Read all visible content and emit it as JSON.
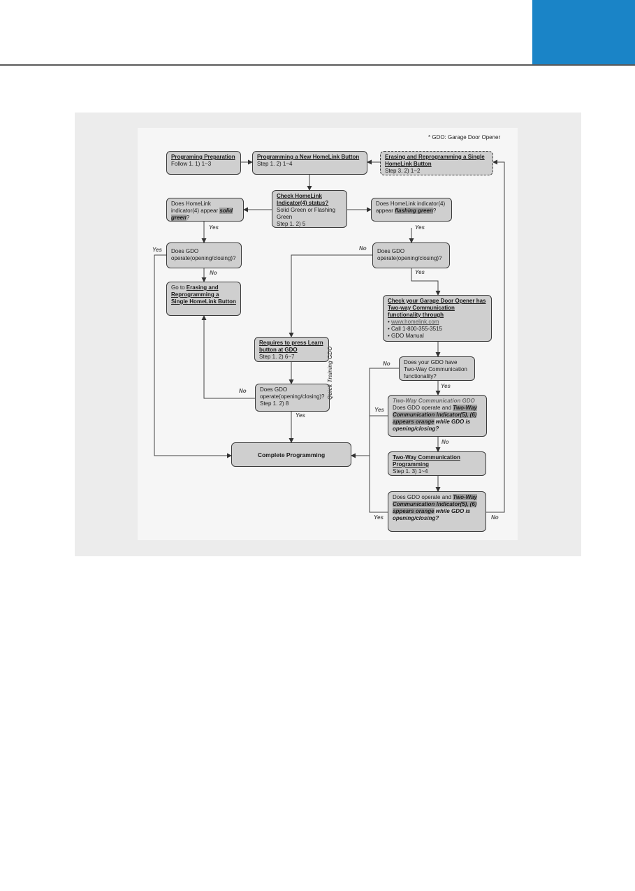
{
  "legend_note": "* GDO: Garage Door Opener",
  "side_label": "Quick Training GDO",
  "boxes": {
    "prep": {
      "title": "Programing Preparation",
      "line": "Follow 1. 1) 1~3"
    },
    "new": {
      "title": "Programming a New HomeLink Button",
      "line": "Step 1. 2) 1~4"
    },
    "erase": {
      "title": "Erasing and Reprogramming a Single HomeLink Button",
      "line": "Step 3. 2) 1~2"
    },
    "check": {
      "title": "Check HomeLink Indicator(4) status?",
      "line1": "Solid Green or Flashing Green",
      "line2": "Step 1. 2) 5"
    },
    "solid": {
      "pre": "Does HomeLink indicator(4) appear ",
      "hl": "solid green",
      "post": "?"
    },
    "flash": {
      "pre": "Does HomeLink indicator(4) appear ",
      "hl": "flashing green",
      "post": "?"
    },
    "gdo_left": {
      "text": "Does GDO operate(opening/closing)?"
    },
    "gdo_right": {
      "text": "Does GDO operate(opening/closing)?"
    },
    "goto": {
      "pre": "Go to ",
      "link": "Erasing and Reprogramming a Single HomeLink Button"
    },
    "learn": {
      "title": "Requires to press Learn button at GDO",
      "line": "Step 1. 2) 6~7"
    },
    "gdo_mid": {
      "text": "Does GDO operate(opening/closing)?",
      "line": "Step 1. 2) 8"
    },
    "checkgdo": {
      "title": "Check your Garage Door Opener has Two-way Communication functionality through",
      "items": [
        "www.homelink.com",
        "Call 1-800-355-3515",
        "GDO Manual"
      ]
    },
    "twoway_q": {
      "text": "Does your GDO have Two-Way Communication functionality?"
    },
    "twoway_gdo": {
      "head": "Two-Way Communication GDO",
      "pre": "Does GDO operate and ",
      "hl": "Two-Way Communication Indicator(5), (6) appears orange",
      "post": " while GDO is opening/closing?"
    },
    "twoway_prog": {
      "title": "Two-Way Communication Programming",
      "line": "Step 1. 3) 1~4"
    },
    "last": {
      "pre": "Does GDO operate and ",
      "hl": "Two-Way Communication Indicator(5), (6) appears orange",
      "post": " while GDO is opening/closing?"
    },
    "complete": {
      "title": "Complete Programming"
    }
  },
  "labels": {
    "yes": "Yes",
    "no": "No"
  }
}
